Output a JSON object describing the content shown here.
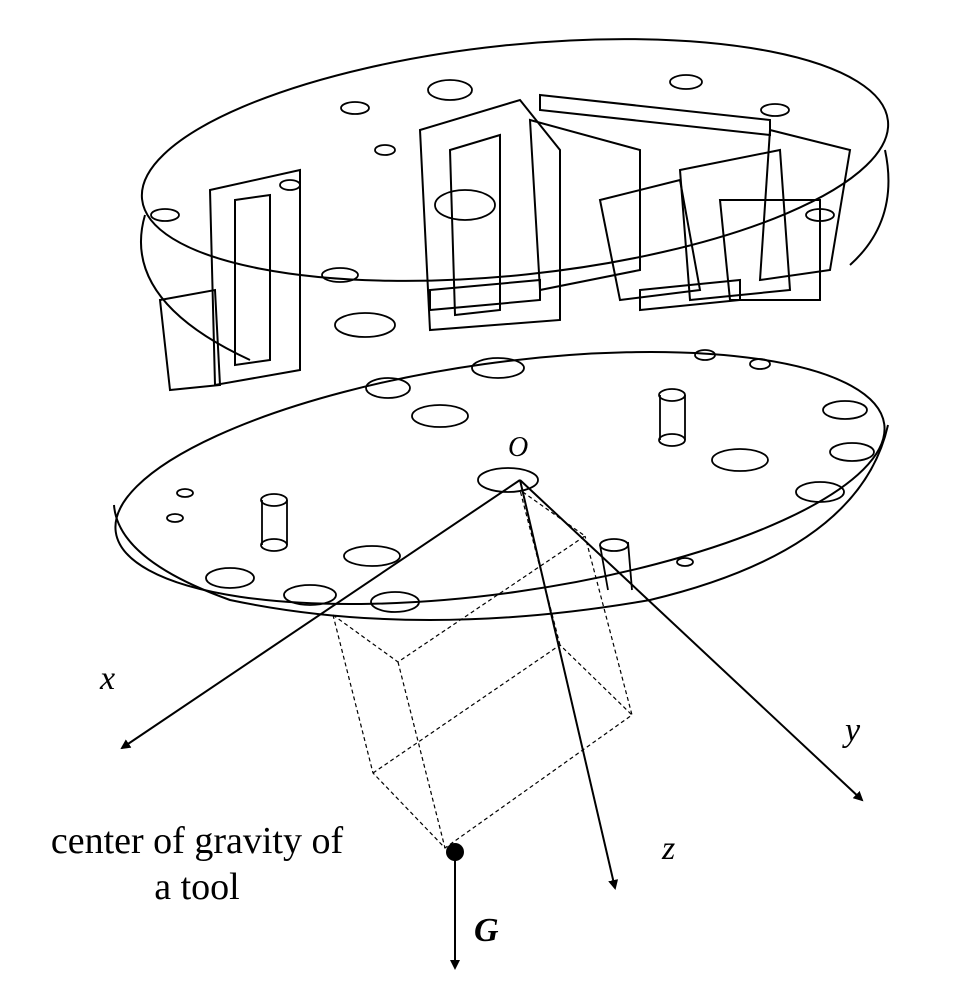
{
  "origin_label": "O",
  "axes": {
    "x": "x",
    "y": "y",
    "z": "z"
  },
  "gravity_label": "G",
  "caption": {
    "line1": "center of gravity of",
    "line2": "a tool"
  }
}
